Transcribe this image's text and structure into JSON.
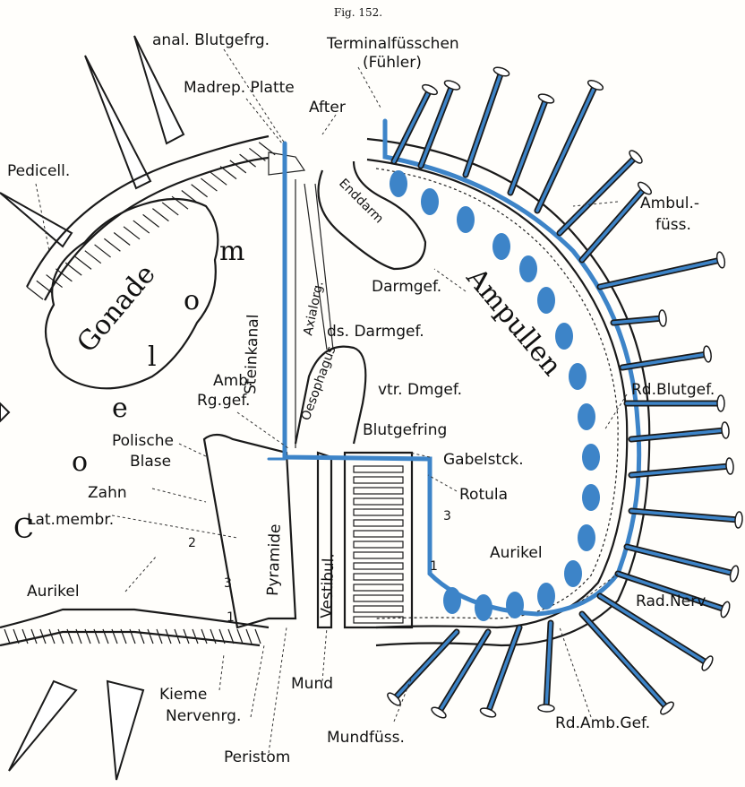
{
  "figure": {
    "title": "Fig. 152.",
    "coelom_letters": [
      "C",
      "o",
      "e",
      "l",
      "o",
      "m"
    ],
    "colors": {
      "ambulacral": "#3d84c8",
      "ink": "#1a1a1a",
      "paper": "#fffefb"
    },
    "labels": {
      "anal_blutgefrg": "anal. Blutgefrg.",
      "terminalfusschen": "Terminalfüsschen",
      "fuehler": "(Fühler)",
      "madrep_platte": "Madrep. Platte",
      "after": "After",
      "pedicell": "Pedicell.",
      "gonade": "Gonade",
      "steinkanal": "Steinkanal",
      "axialorg": "Axialorg.",
      "enddarm": "Enddarm",
      "darmgef": "Darmgef.",
      "ambul": "Ambul.-",
      "fuss": "füss.",
      "ampullen": "Ampullen",
      "ds_darmgef": "ds. Darmgef.",
      "oesophagus": "Oesophagus",
      "vtr_dmgef": "vtr. Dmgef.",
      "amb": "Amb.",
      "rg_gef": "Rg.gef.",
      "rd_blutgef": "Rd.Blutgef.",
      "polische": "Polische",
      "blase": "Blase",
      "blutgefring": "Blutgefring",
      "gabelstck": "Gabelstck.",
      "rotula": "Rotula",
      "zahn": "Zahn",
      "lat_membr": "Lat.membr.",
      "pyramide": "Pyramide",
      "vestibul": "Vestibul.",
      "aurikel_left": "Aurikel",
      "aurikel_right": "Aurikel",
      "rad_nerv": "Rad.Nerv",
      "kieme": "Kieme",
      "nervenrg": "Nervenrg.",
      "mund": "Mund",
      "peristom": "Peristom",
      "mundfuss": "Mundfüss.",
      "rd_amb_gef": "Rd.Amb.Gef.",
      "num_1a": "1",
      "num_2": "2",
      "num_3a": "3",
      "num_1b": "1",
      "num_3b": "3"
    }
  }
}
